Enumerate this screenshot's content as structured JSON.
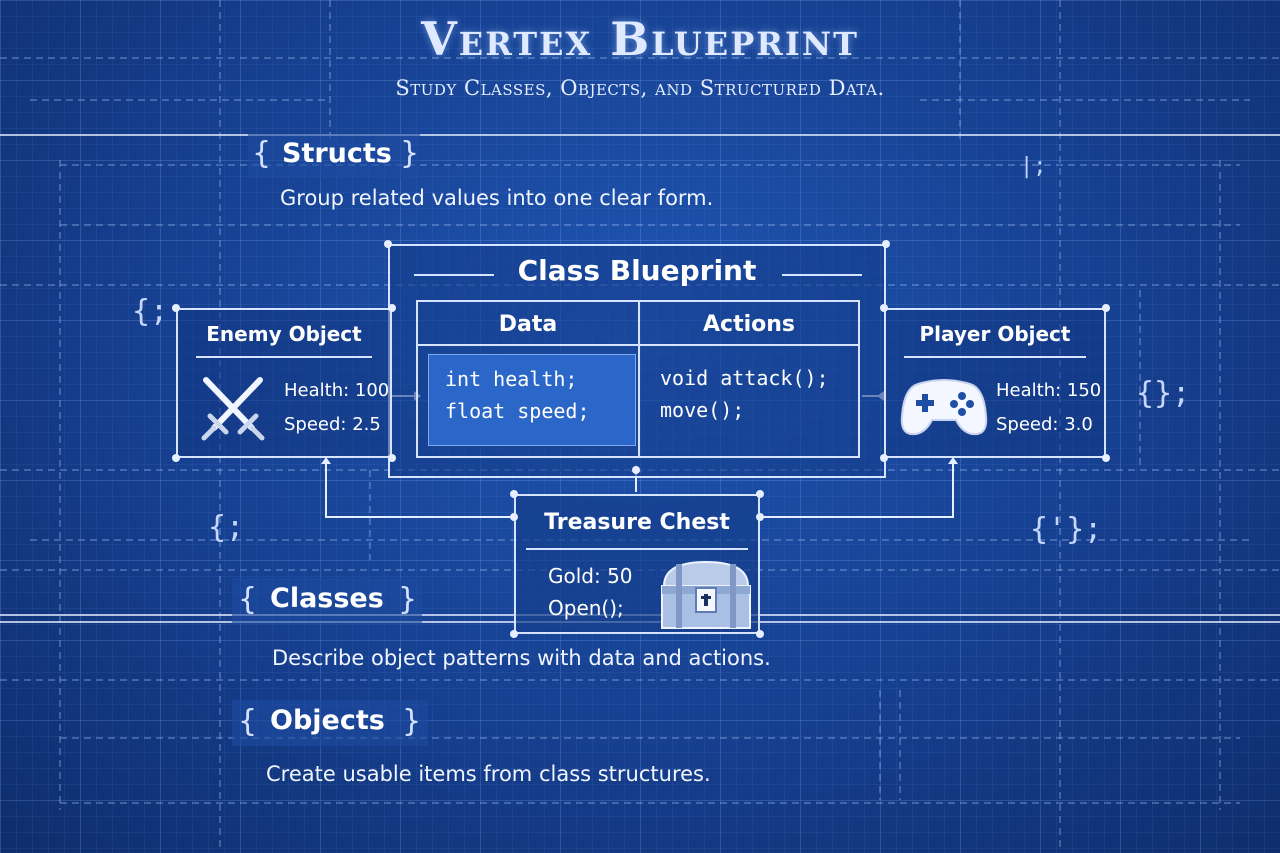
{
  "header": {
    "title": "Vertex Blueprint",
    "subtitle": "Study Classes, Objects, and Structured Data."
  },
  "sections": {
    "structs": {
      "title": "Structs",
      "description": "Group related values into one clear form."
    },
    "classes": {
      "title": "Classes",
      "description": "Describe object patterns with data and actions."
    },
    "objects": {
      "title": "Objects",
      "description": "Create usable items from class structures."
    }
  },
  "brace_open": "{",
  "brace_close": "}",
  "class_blueprint": {
    "title": "Class Blueprint",
    "data_header": "Data",
    "actions_header": "Actions",
    "data_lines": [
      "int health;",
      "float speed;"
    ],
    "action_lines": [
      "void attack();",
      "move();"
    ]
  },
  "enemy_object": {
    "title": "Enemy Object",
    "icon": "crossed-swords-icon",
    "health": "Health: 100",
    "speed": "Speed: 2.5"
  },
  "player_object": {
    "title": "Player Object",
    "icon": "gamepad-icon",
    "health": "Health: 150",
    "speed": "Speed: 3.0"
  },
  "treasure_chest": {
    "title": "Treasure Chest",
    "icon": "treasure-chest-icon",
    "gold": "Gold: 50",
    "open": "Open();"
  },
  "decorations": {
    "left_top": "{;",
    "left_mid": "{;",
    "right_top": "{};",
    "right_mid": "{'};",
    "top_right": "|;"
  },
  "colors": {
    "background": "#153f8c",
    "line": "#d7e4ff",
    "highlight_cell": "#2a67c8"
  }
}
